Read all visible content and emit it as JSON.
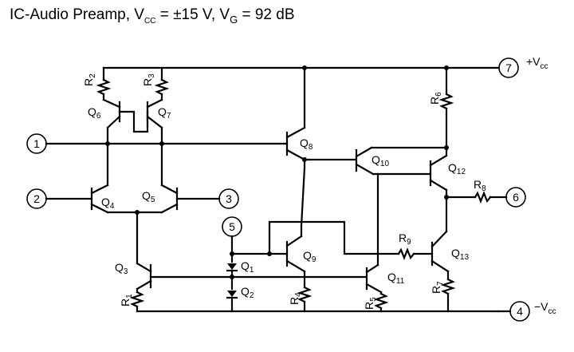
{
  "title": {
    "text": "IC-Audio Preamp, V",
    "sub1": "CC",
    "mid": " = ±15 V, V",
    "sub2": "G",
    "end": " = 92 dB"
  },
  "terminals": {
    "t1": "1",
    "t2": "2",
    "t3": "3",
    "t4": "4",
    "t5": "5",
    "t6": "6",
    "t7": "7"
  },
  "rails": {
    "pos_prefix": "+V",
    "pos_sub": "cc",
    "neg_prefix": "−V",
    "neg_sub": "cc"
  },
  "transistors": {
    "q1": "Q",
    "q1n": "1",
    "q2": "Q",
    "q2n": "2",
    "q3": "Q",
    "q3n": "3",
    "q4": "Q",
    "q4n": "4",
    "q5": "Q",
    "q5n": "5",
    "q6": "Q",
    "q6n": "6",
    "q7": "Q",
    "q7n": "7",
    "q8": "Q",
    "q8n": "8",
    "q9": "Q",
    "q9n": "9",
    "q10": "Q",
    "q10n": "10",
    "q11": "Q",
    "q11n": "11",
    "q12": "Q",
    "q12n": "12",
    "q13": "Q",
    "q13n": "13"
  },
  "resistors": {
    "r1": "R",
    "r1n": "1",
    "r2": "R",
    "r2n": "2",
    "r3": "R",
    "r3n": "3",
    "r4": "R",
    "r4n": "4",
    "r5": "R",
    "r5n": "5",
    "r6": "R",
    "r6n": "6",
    "r7": "R",
    "r7n": "7",
    "r8": "R",
    "r8n": "8",
    "r9": "R",
    "r9n": "9"
  }
}
